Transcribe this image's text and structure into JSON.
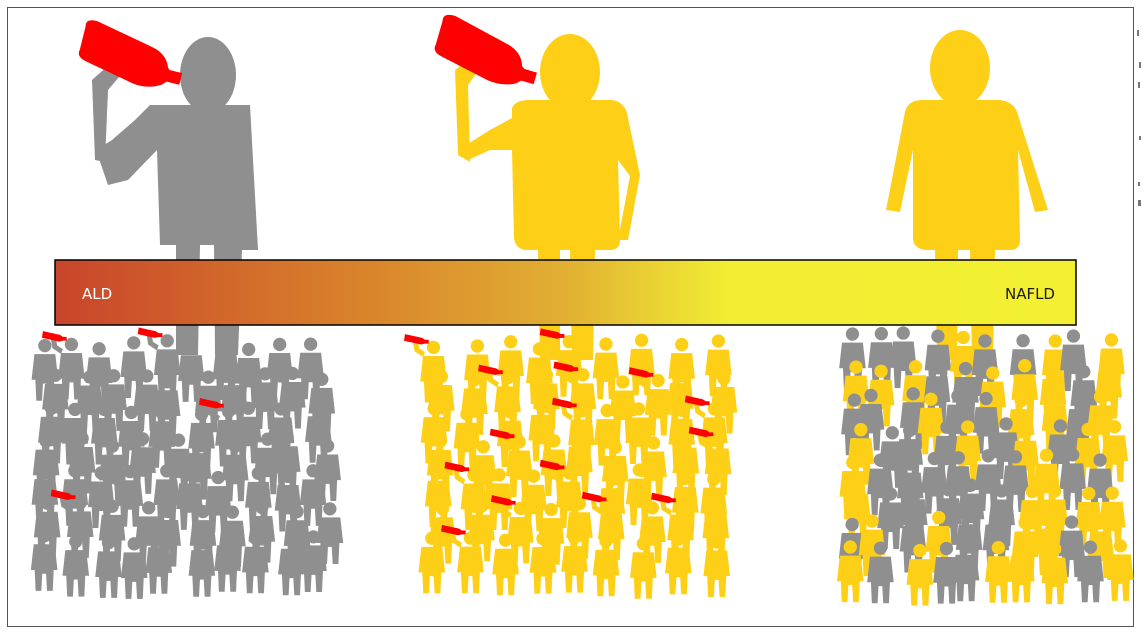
{
  "spectrum": {
    "left_label": "ALD",
    "right_label": "NAFLD",
    "gradient_colors": [
      "#c8452b",
      "#d9832b",
      "#e6c430",
      "#f1ee33",
      "#f3f033"
    ]
  },
  "colors": {
    "drinker_gray": "#8f8f8f",
    "moderate_yellow": "#fdd017",
    "bottle_red": "#ff0000",
    "frame": "#555555"
  },
  "groups": [
    {
      "name": "alcohol-drinkers",
      "figure_color": "gray",
      "bottle": true
    },
    {
      "name": "moderate-drinkers",
      "figure_color": "yellow",
      "bottle": true
    },
    {
      "name": "non-drinkers",
      "figure_color": "yellow",
      "bottle": false
    }
  ],
  "crowds": [
    {
      "name": "gray-crowd",
      "mix": "mostly-gray",
      "some_with_bottles": true
    },
    {
      "name": "yellow-crowd",
      "mix": "mostly-yellow",
      "some_with_bottles": true
    },
    {
      "name": "mixed-crowd",
      "mix": "gray-and-yellow",
      "some_with_bottles": false
    }
  ]
}
